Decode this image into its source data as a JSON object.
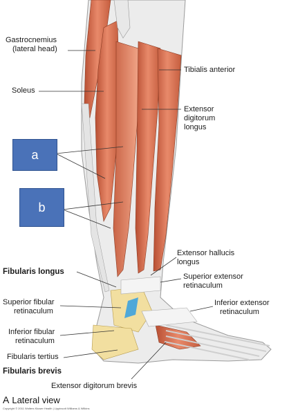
{
  "labels": {
    "gastrocnemius": "Gastrocnemius",
    "gastrocnemius_2": "(lateral head)",
    "soleus": "Soleus",
    "tibialis_anterior": "Tibialis anterior",
    "edl_1": "Extensor",
    "edl_2": "digitorum",
    "edl_3": "longus",
    "ehl_1": "Extensor hallucis",
    "ehl_2": "longus",
    "fibularis_longus": "Fibularis longus",
    "sup_ext_ret_1": "Superior extensor",
    "sup_ext_ret_2": "retinaculum",
    "sup_fib_ret_1": "Superior fibular",
    "sup_fib_ret_2": "retinaculum",
    "inf_ext_ret_1": "Inferior extensor",
    "inf_ext_ret_2": "retinaculum",
    "inf_fib_ret_1": "Inferior fibular",
    "inf_fib_ret_2": "retinaculum",
    "fibularis_tertius": "Fibularis tertius",
    "fibularis_brevis": "Fibularis brevis",
    "edb": "Extensor digitorum brevis"
  },
  "boxes": {
    "a": "a",
    "b": "b"
  },
  "caption": {
    "letter": "A",
    "text": "Lateral view"
  },
  "copyright": "Copyright © 2011 Wolters Kluwer Health | Lippincott Williams & Wilkins",
  "colors": {
    "muscle": "#d9744f",
    "tendon": "#e6e6e6",
    "bone": "#f2dfa0",
    "box": "#4a72b8",
    "retinaculum_blue": "#4fa8d8"
  }
}
